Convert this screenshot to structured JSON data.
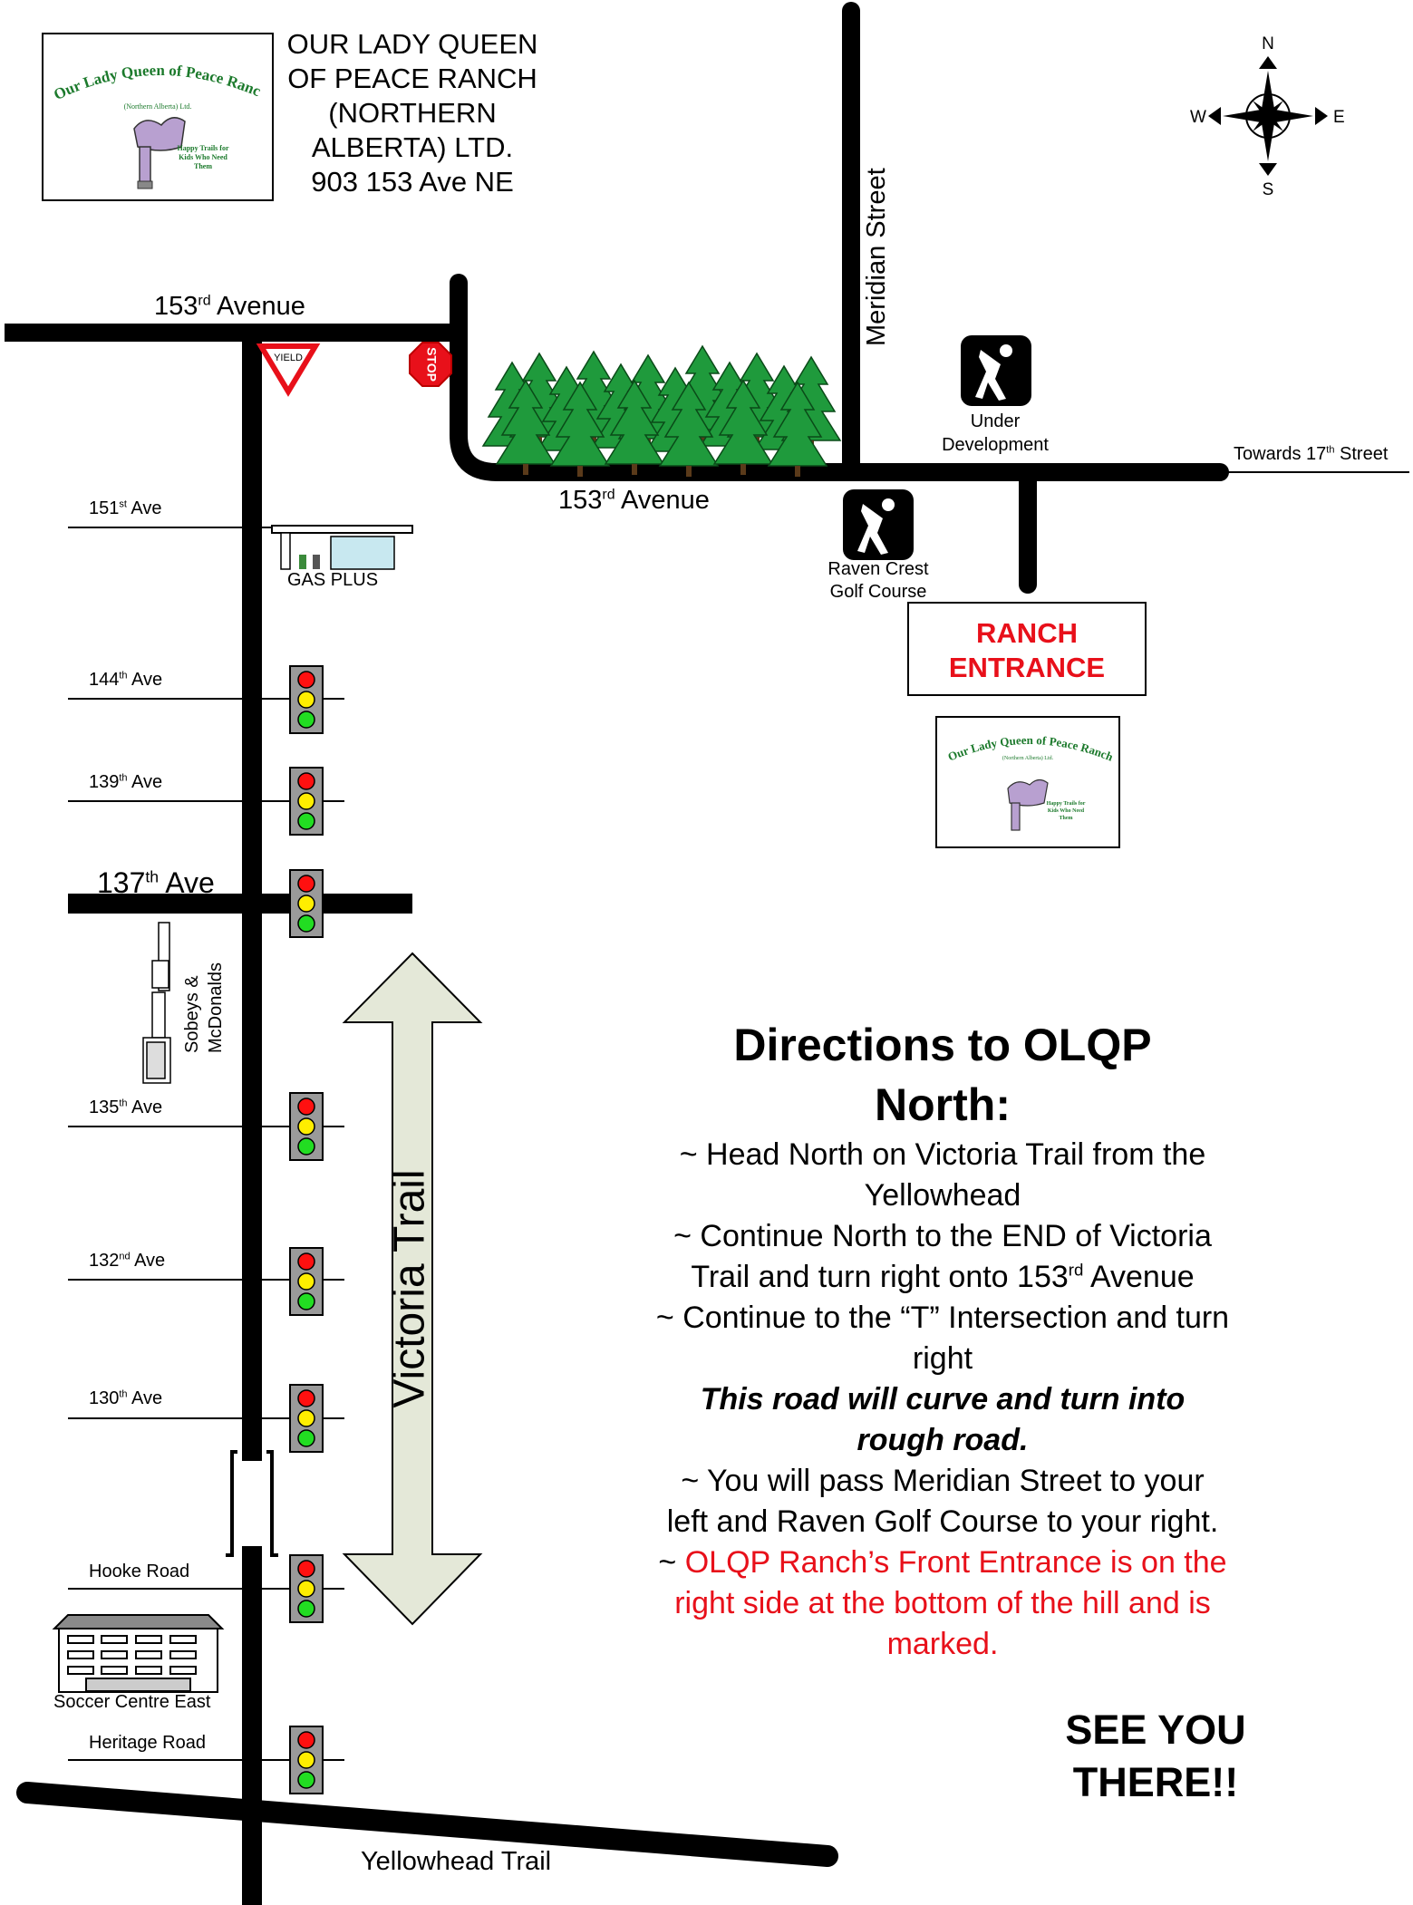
{
  "header": {
    "org_lines": [
      "OUR LADY QUEEN",
      "OF PEACE RANCH",
      "(NORTHERN",
      "ALBERTA) LTD.",
      "903 153 Ave NE"
    ]
  },
  "logo": {
    "name": "Our Lady Queen of Peace Ranch",
    "sub": "(Northern Alberta) Ltd.",
    "tagline": [
      "Happy Trails for",
      "Kids Who Need",
      "Them"
    ]
  },
  "compass": {
    "n": "N",
    "s": "S",
    "e": "E",
    "w": "W"
  },
  "streets": {
    "ave153_top": {
      "num": "153",
      "sup": "rd",
      "rest": " Avenue"
    },
    "ave153_bottom": {
      "num": "153",
      "sup": "rd",
      "rest": " Avenue"
    },
    "meridian": "Meridian Street",
    "towards17": {
      "pre": "Towards 17",
      "sup": "th",
      "rest": " Street"
    },
    "ave151": {
      "num": "151",
      "sup": "st",
      "rest": " Ave"
    },
    "ave144": {
      "num": "144",
      "sup": "th",
      "rest": " Ave"
    },
    "ave139": {
      "num": "139",
      "sup": "th",
      "rest": " Ave"
    },
    "ave137": {
      "num": "137",
      "sup": "th",
      "rest": " Ave"
    },
    "ave135": {
      "num": "135",
      "sup": "th",
      "rest": " Ave"
    },
    "ave132": {
      "num": "132",
      "sup": "nd",
      "rest": " Ave"
    },
    "ave130": {
      "num": "130",
      "sup": "th",
      "rest": " Ave"
    },
    "hooke": "Hooke Road",
    "heritage": "Heritage Road",
    "yellowhead": "Yellowhead Trail",
    "victoria": "Victoria Trail"
  },
  "landmarks": {
    "yield": "YIELD",
    "stop": "STOP",
    "gas": "GAS PLUS",
    "sobeys": [
      "Sobeys &",
      "McDonalds"
    ],
    "soccer": "Soccer Centre East",
    "under_dev": [
      "Under",
      "Development"
    ],
    "raven": [
      "Raven Crest",
      "Golf Course"
    ],
    "ranch_entrance": [
      "RANCH",
      "ENTRANCE"
    ]
  },
  "directions": {
    "title": [
      "Directions to OLQP",
      "North:"
    ],
    "step1": [
      "~ Head North on Victoria Trail from the",
      "Yellowhead"
    ],
    "step2a": "~ Continue North to the END of Victoria",
    "step2b": {
      "pre": "Trail and turn right onto 153",
      "sup": "rd",
      "rest": " Avenue"
    },
    "step3": [
      "~ Continue to the “T” Intersection and turn",
      "right"
    ],
    "note": [
      "This road will curve and turn into",
      "rough road."
    ],
    "step4": [
      "~ You will pass Meridian Street to your",
      "left and Raven Golf Course to your right."
    ],
    "step5_tilde": "~ ",
    "step5": [
      "OLQP Ranch’s Front Entrance is on the",
      "right side at the bottom of the hill and is",
      "marked."
    ]
  },
  "closing": [
    "SEE YOU",
    "THERE!!"
  ],
  "colors": {
    "red": "#e8101a",
    "tree": "#1f9a3c",
    "arrow_fill": "#e4e8d8",
    "light_gray": "#888888"
  }
}
